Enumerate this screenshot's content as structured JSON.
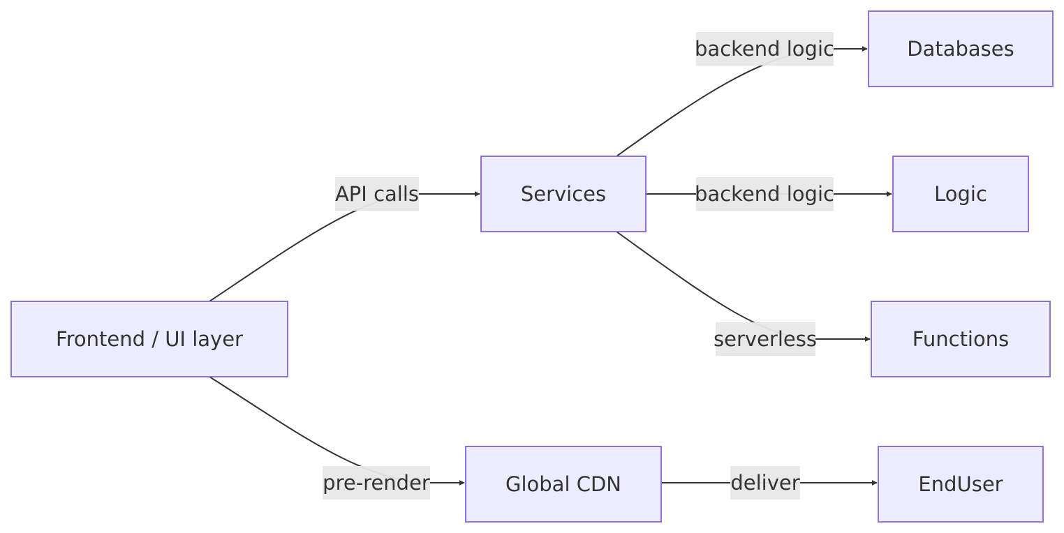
{
  "colors": {
    "node_fill": "#ececff",
    "node_stroke": "#9370db",
    "edge": "#333333",
    "label_bg": "#e8e8e8",
    "text": "#333333"
  },
  "nodes": {
    "frontend": {
      "label": "Frontend / UI layer"
    },
    "services": {
      "label": "Services"
    },
    "databases": {
      "label": "Databases"
    },
    "logic": {
      "label": "Logic"
    },
    "functions": {
      "label": "Functions"
    },
    "cdn": {
      "label": "Global CDN"
    },
    "enduser": {
      "label": "EndUser"
    }
  },
  "edges": {
    "frontend_services": {
      "from": "frontend",
      "to": "services",
      "label": "API calls"
    },
    "frontend_cdn": {
      "from": "frontend",
      "to": "cdn",
      "label": "pre-render"
    },
    "services_databases": {
      "from": "services",
      "to": "databases",
      "label": "backend logic"
    },
    "services_logic": {
      "from": "services",
      "to": "logic",
      "label": "backend logic"
    },
    "services_functions": {
      "from": "services",
      "to": "functions",
      "label": "serverless"
    },
    "cdn_enduser": {
      "from": "cdn",
      "to": "enduser",
      "label": "deliver"
    }
  }
}
